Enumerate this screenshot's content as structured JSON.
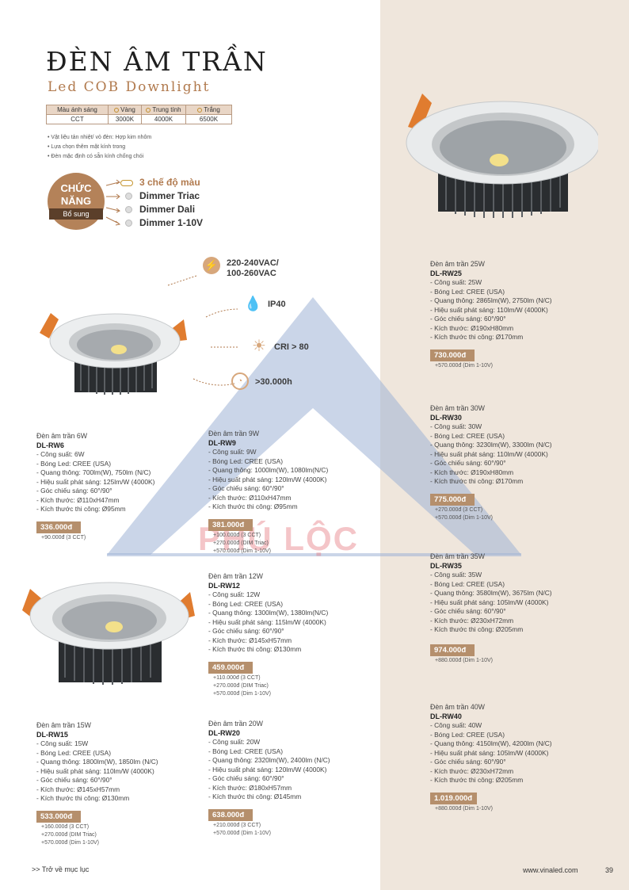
{
  "header": {
    "title": "ĐÈN ÂM TRẦN",
    "subtitle": "Led COB Downlight"
  },
  "cct_table": {
    "row1": [
      "Màu ánh sáng",
      "Vàng",
      "Trung tính",
      "Trắng"
    ],
    "row2": [
      "CCT",
      "3000K",
      "4000K",
      "6500K"
    ],
    "swatch_color": "#c28f2f"
  },
  "notes": [
    "Vật liệu tản nhiệt/ vỏ đèn: Hợp kim nhôm",
    "Lựa chọn thêm mặt kính trong",
    "Đèn mặc định có sẵn kính chống chói"
  ],
  "functions": {
    "badge_l1": "CHỨC",
    "badge_l2": "NĂNG",
    "badge_band": "Bổ sung",
    "items": [
      "3 chế độ màu",
      "Dimmer Triac",
      "Dimmer Dali",
      "Dimmer 1-10V"
    ]
  },
  "specs": {
    "voltage_l1": "220-240VAC/",
    "voltage_l2": "100-260VAC",
    "ip": "IP40",
    "cri": "CRI > 80",
    "life": ">30.000h"
  },
  "products": [
    {
      "name": "Đèn âm trần 6W",
      "code": "DL-RW6",
      "lines": [
        "- Công suất: 6W",
        "- Bóng Led: CREE (USA)",
        "- Quang thông: 700lm(W), 750lm (N/C)",
        "- Hiệu suất phát sáng: 125lm/W (4000K)",
        "- Góc chiếu sáng: 60°/90°",
        "- Kích thước: Ø110xH47mm",
        "- Kích thước thi công: Ø95mm"
      ],
      "price": "336.000đ",
      "extras": [
        "+90.000đ (3 CCT)"
      ]
    },
    {
      "name": "Đèn âm trần 9W",
      "code": "DL-RW9",
      "lines": [
        "- Công suất: 9W",
        "- Bóng Led: CREE (USA)",
        "- Quang thông: 1000lm(W), 1080lm(N/C)",
        "- Hiệu suất phát sáng: 120lm/W (4000K)",
        "- Góc chiếu sáng: 60°/90°",
        "- Kích thước: Ø110xH47mm",
        "- Kích thước thi công: Ø95mm"
      ],
      "price": "381.000đ",
      "extras": [
        "+100.000đ (3 CCT)",
        "+270.000đ (DIM Triac)",
        "+570.000đ (Dim 1-10V)"
      ]
    },
    {
      "name": "Đèn âm trần 12W",
      "code": "DL-RW12",
      "lines": [
        "- Công suất: 12W",
        "- Bóng Led: CREE (USA)",
        "- Quang thông: 1300lm(W), 1380lm(N/C)",
        "- Hiệu suất phát sáng: 115lm/W (4000K)",
        "- Góc chiếu sáng: 60°/90°",
        "- Kích thước: Ø145xH57mm",
        "- Kích thước thi công: Ø130mm"
      ],
      "price": "459.000đ",
      "extras": [
        "+110.000đ (3 CCT)",
        "+270.000đ (DIM Triac)",
        "+570.000đ (Dim 1-10V)"
      ]
    },
    {
      "name": "Đèn âm trần 15W",
      "code": "DL-RW15",
      "lines": [
        "- Công suất: 15W",
        "- Bóng Led: CREE (USA)",
        "- Quang thông: 1800lm(W), 1850lm (N/C)",
        "- Hiệu suất phát sáng: 110lm/W (4000K)",
        "- Góc chiếu sáng: 60°/90°",
        "- Kích thước: Ø145xH57mm",
        "- Kích thước thi công: Ø130mm"
      ],
      "price": "533.000đ",
      "extras": [
        "+160.000đ (3 CCT)",
        "+270.000đ (DIM Triac)",
        "+570.000đ (Dim 1-10V)"
      ]
    },
    {
      "name": "Đèn âm trần 20W",
      "code": "DL-RW20",
      "lines": [
        "- Công suất: 20W",
        "- Bóng Led: CREE (USA)",
        "- Quang thông: 2320lm(W), 2400lm (N/C)",
        "- Hiệu suất phát sáng: 120lm/W (4000K)",
        "- Góc chiếu sáng: 60°/90°",
        "- Kích thước: Ø180xH57mm",
        "- Kích thước thi công: Ø145mm"
      ],
      "price": "638.000đ",
      "extras": [
        "+210.000đ (3 CCT)",
        "+570.000đ (Dim 1-10V)"
      ]
    },
    {
      "name": "Đèn âm trần 25W",
      "code": "DL-RW25",
      "lines": [
        "- Công suất: 25W",
        "- Bóng Led: CREE (USA)",
        "- Quang thông: 2865lm(W), 2750lm (N/C)",
        "- Hiệu suất phát sáng: 110lm/W (4000K)",
        "- Góc chiếu sáng: 60°/90°",
        "- Kích thước: Ø190xH80mm",
        "- Kích thước thi công: Ø170mm"
      ],
      "price": "730.000đ",
      "extras": [
        "+570.000đ (Dim 1-10V)"
      ]
    },
    {
      "name": "Đèn âm trần 30W",
      "code": "DL-RW30",
      "lines": [
        "- Công suất: 30W",
        "- Bóng Led: CREE (USA)",
        "- Quang thông: 3230lm(W), 3300lm (N/C)",
        "- Hiệu suất phát sáng: 110lm/W (4000K)",
        "- Góc chiếu sáng: 60°/90°",
        "- Kích thước: Ø190xH80mm",
        "- Kích thước thi công: Ø170mm"
      ],
      "price": "775.000đ",
      "extras": [
        "+270.000đ (3 CCT)",
        "+570.000đ (Dim 1-10V)"
      ]
    },
    {
      "name": "Đèn âm trần 35W",
      "code": "DL-RW35",
      "lines": [
        "- Công suất: 35W",
        "- Bóng Led: CREE (USA)",
        "- Quang thông: 3580lm(W), 3675lm (N/C)",
        "- Hiệu suất phát sáng: 105lm/W (4000K)",
        "- Góc chiếu sáng: 60°/90°",
        "- Kích thước: Ø230xH72mm",
        "- Kích thước thi công: Ø205mm"
      ],
      "price": "974.000đ",
      "extras": [
        "+880.000đ (Dim 1-10V)"
      ]
    },
    {
      "name": "Đèn âm trần 40W",
      "code": "DL-RW40",
      "lines": [
        "- Công suất: 40W",
        "- Bóng Led: CREE (USA)",
        "- Quang thông: 4150lm(W), 4200lm (N/C)",
        "- Hiệu suất phát sáng: 105lm/W (4000K)",
        "- Góc chiếu sáng: 60°/90°",
        "- Kích thước: Ø230xH72mm",
        "- Kích thước thi công: Ø205mm"
      ],
      "price": "1.019.000đ",
      "extras": [
        "+880.000đ (Dim 1-10V)"
      ]
    }
  ],
  "watermark": "PHÚ LỘC",
  "footer": {
    "back_link": ">> Trở về mục lục",
    "website": "www.vinaled.com",
    "page": "39"
  },
  "colors": {
    "accent": "#b17a4e",
    "price_bg": "#b58f6c",
    "right_panel": "#efe6dc",
    "watermark_shape": "#9fb3d6"
  }
}
